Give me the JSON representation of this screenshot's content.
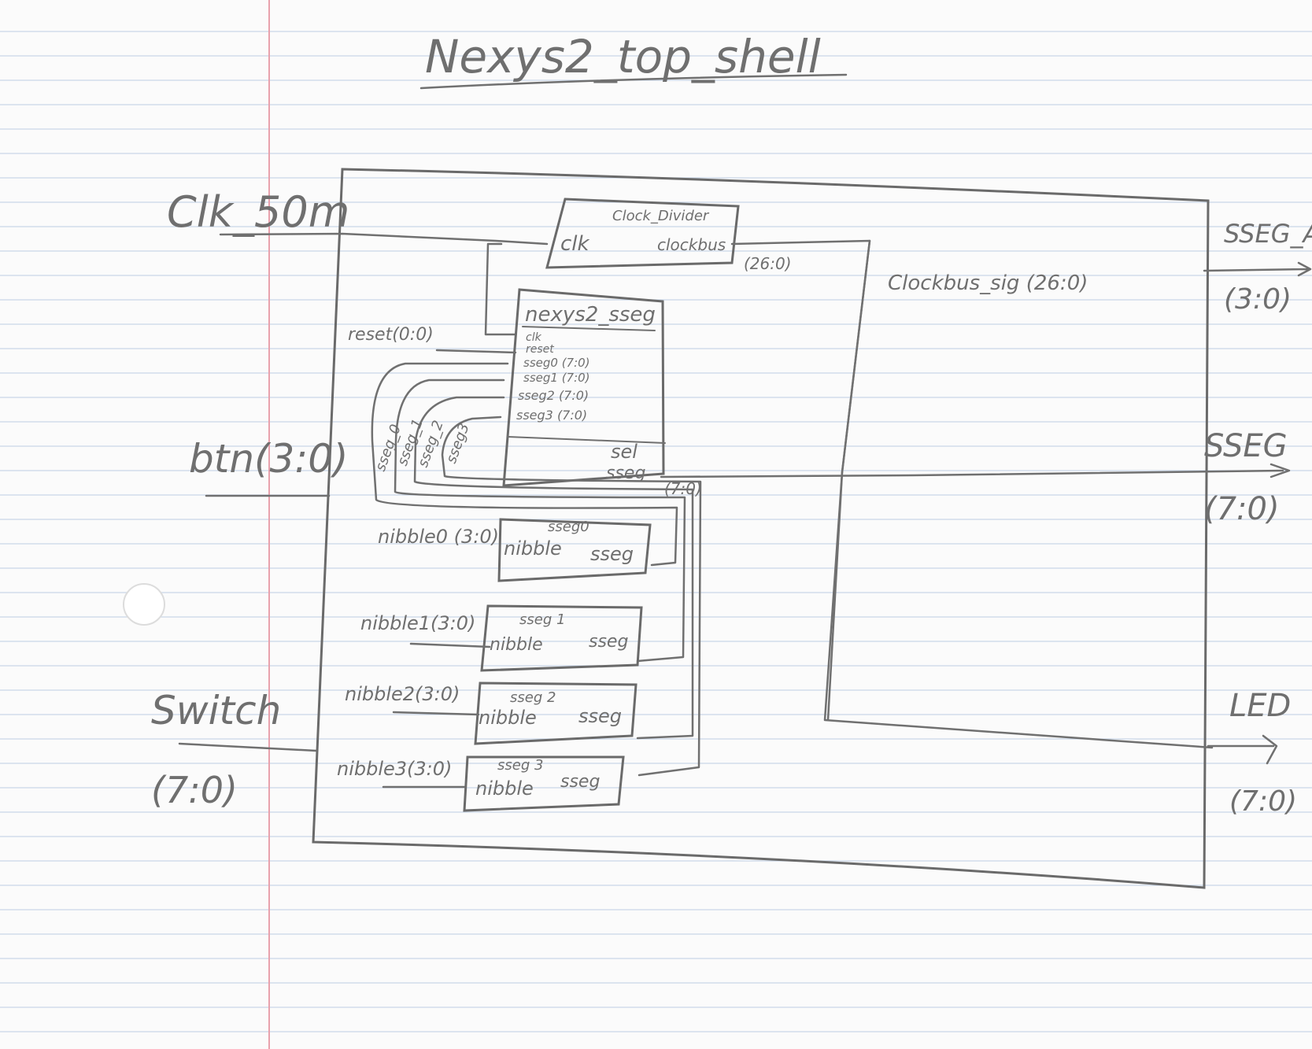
{
  "title": "Nexys2_top_shell",
  "inputs": {
    "clk": "Clk_50m",
    "btn": "btn(3:0)",
    "switch": "Switch",
    "switch_width": "(7:0)"
  },
  "outputs": {
    "sseg_an": "SSEG_AN",
    "sseg_an_width": "(3:0)",
    "sseg": "SSEG",
    "sseg_width": "(7:0)",
    "led": "LED",
    "led_width": "(7:0)"
  },
  "clock_divider": {
    "name": "Clock_Divider",
    "port_in": "clk",
    "port_out": "clockbus",
    "width": "(26:0)"
  },
  "clock_signal": "Clockbus_sig (26:0)",
  "nexys2_sseg": {
    "name": "nexys2_sseg",
    "ports_in": [
      "clk",
      "reset",
      "sseg0 (7:0)",
      "sseg1 (7:0)",
      "sseg2 (7:0)",
      "sseg3 (7:0)"
    ],
    "ports_out": [
      "sel",
      "sseg"
    ],
    "out_width": "(7:0)"
  },
  "reset_label": "reset(0:0)",
  "wire_labels": [
    "sseg_0",
    "sseg_1",
    "sseg_2",
    "sseg3"
  ],
  "decoders": [
    {
      "nibble_signal": "nibble0 (3:0)",
      "title": "sseg0",
      "port_in": "nibble",
      "port_out": "sseg"
    },
    {
      "nibble_signal": "nibble1(3:0)",
      "title": "sseg 1",
      "port_in": "nibble",
      "port_out": "sseg"
    },
    {
      "nibble_signal": "nibble2(3:0)",
      "title": "sseg 2",
      "port_in": "nibble",
      "port_out": "sseg"
    },
    {
      "nibble_signal": "nibble3(3:0)",
      "title": "sseg 3",
      "port_in": "nibble",
      "port_out": "sseg"
    }
  ]
}
